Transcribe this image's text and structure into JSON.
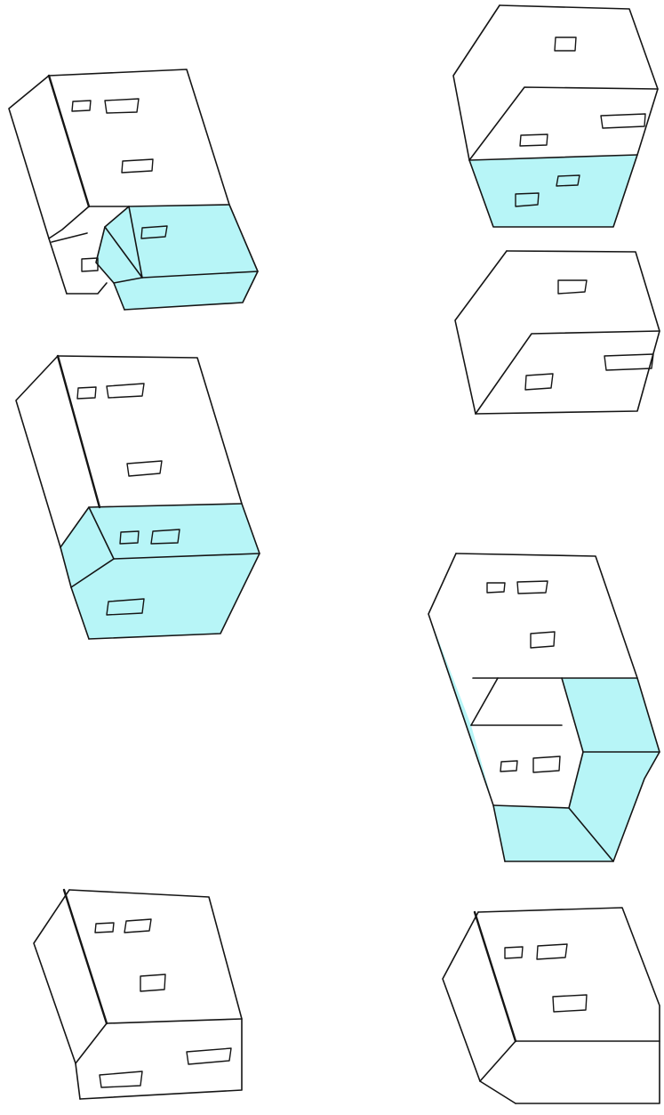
{
  "figure": {
    "kind": "hand-drawn isometric building massing sketches",
    "highlight_color": "#b7f5f7",
    "ink_color": "#151515",
    "background": "#ffffff"
  },
  "sketches": [
    {
      "id": "a",
      "highlighted": true
    },
    {
      "id": "b",
      "highlighted": true
    },
    {
      "id": "c",
      "highlighted": false
    },
    {
      "id": "d",
      "highlighted": true
    },
    {
      "id": "e",
      "highlighted": true
    },
    {
      "id": "f",
      "highlighted": false
    },
    {
      "id": "g",
      "highlighted": false
    }
  ]
}
